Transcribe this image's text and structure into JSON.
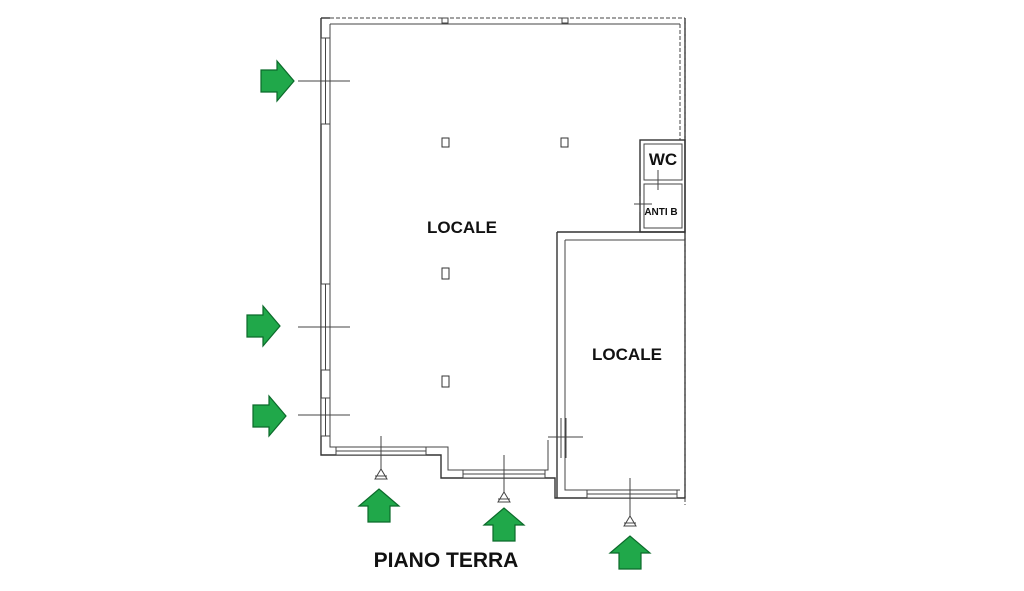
{
  "plan": {
    "floor_title": "PIANO TERRA",
    "rooms": {
      "main_locale": "LOCALE",
      "side_locale": "LOCALE",
      "wc": "WC",
      "anti_bagno": "ANTI B"
    }
  },
  "colors": {
    "arrow_fill": "#20a84a",
    "arrow_stroke": "#0b6a2a",
    "wall": "#333333"
  },
  "icons": {
    "entrance_marker": "arrow-icon"
  }
}
